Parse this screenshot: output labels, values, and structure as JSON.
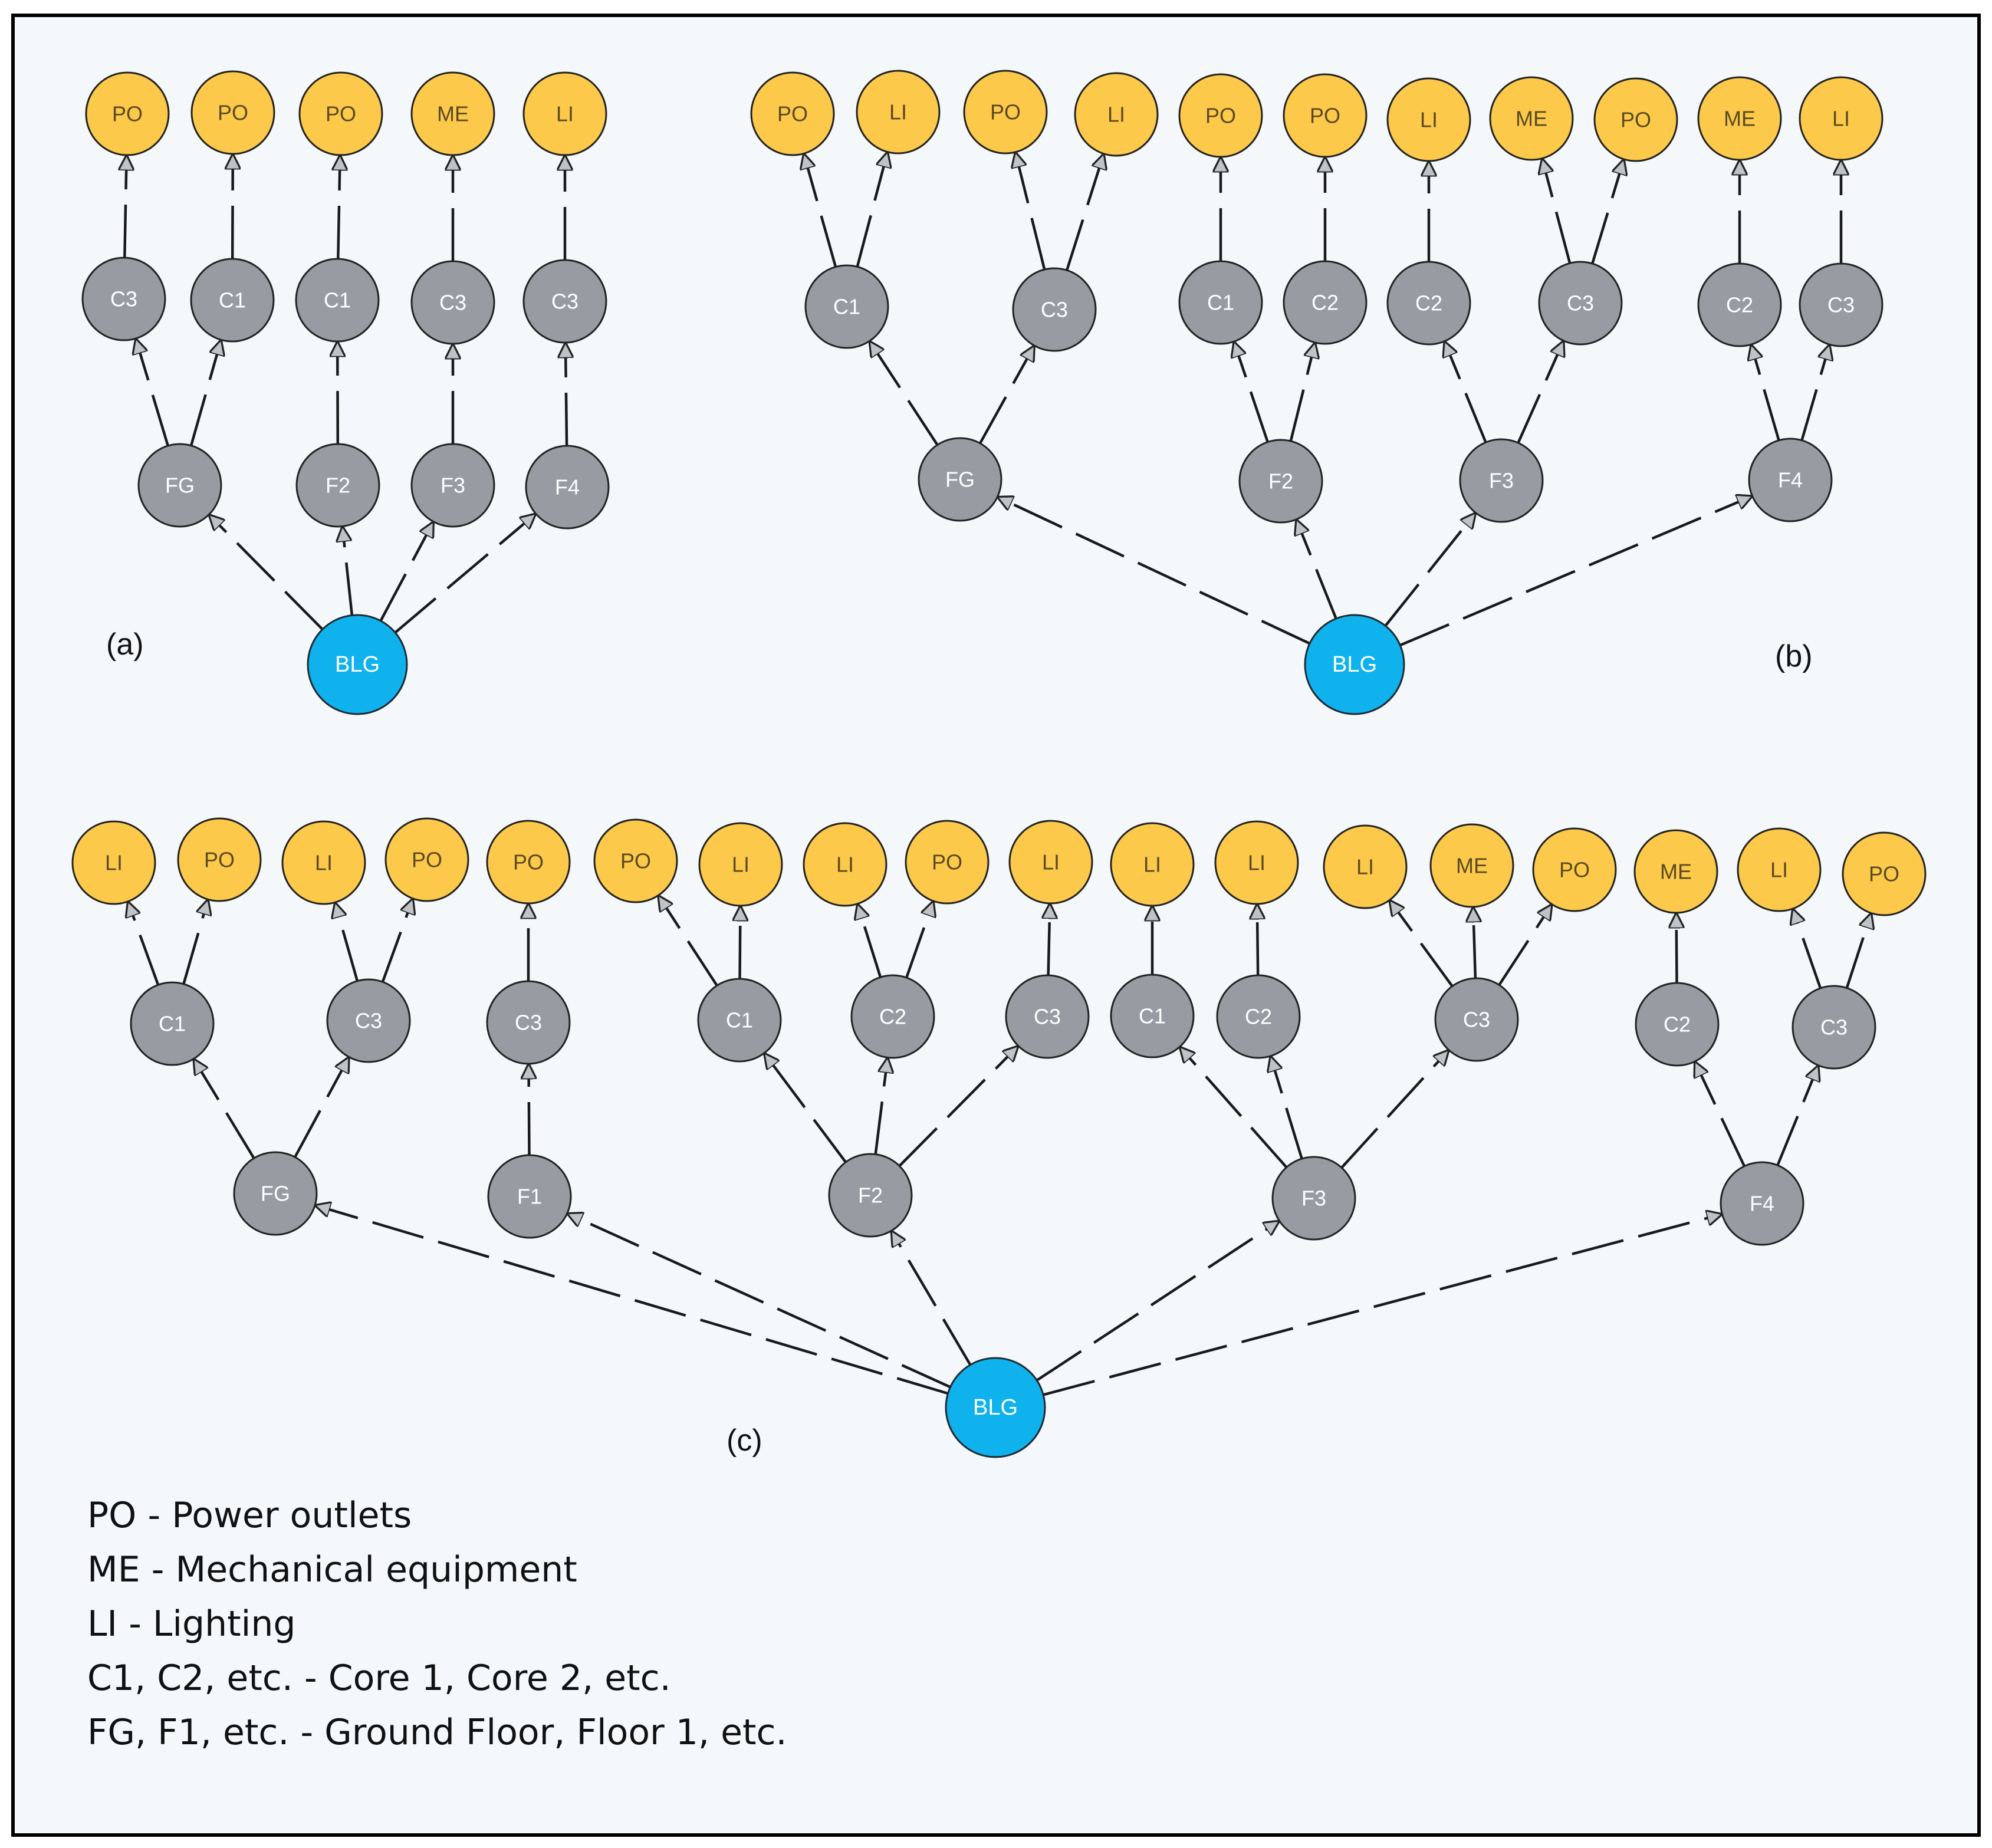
{
  "legend": [
    "PO - Power outlets",
    "ME - Mechanical equipment",
    "LI - Lighting",
    "C1, C2, etc. - Core 1, Core 2, etc.",
    "FG, F1, etc. - Ground Floor, Floor 1, etc."
  ],
  "colors": {
    "leaf": "#fcc94a",
    "core": "#999ba3",
    "root": "#0fb2ec"
  },
  "panels": [
    {
      "label": "(a)",
      "root": "BLG",
      "floors": [
        {
          "label": "FG",
          "cores": [
            {
              "label": "C3",
              "loads": [
                "PO"
              ]
            },
            {
              "label": "C1",
              "loads": [
                "PO"
              ]
            }
          ]
        },
        {
          "label": "F2",
          "cores": [
            {
              "label": "C1",
              "loads": [
                "PO"
              ]
            }
          ]
        },
        {
          "label": "F3",
          "cores": [
            {
              "label": "C3",
              "loads": [
                "ME"
              ]
            }
          ]
        },
        {
          "label": "F4",
          "cores": [
            {
              "label": "C3",
              "loads": [
                "LI"
              ]
            }
          ]
        }
      ]
    },
    {
      "label": "(b)",
      "root": "BLG",
      "floors": [
        {
          "label": "FG",
          "cores": [
            {
              "label": "C1",
              "loads": [
                "PO",
                "LI"
              ]
            },
            {
              "label": "C3",
              "loads": [
                "PO",
                "LI"
              ]
            }
          ]
        },
        {
          "label": "F2",
          "cores": [
            {
              "label": "C1",
              "loads": [
                "PO"
              ]
            },
            {
              "label": "C2",
              "loads": [
                "PO"
              ]
            }
          ]
        },
        {
          "label": "F3",
          "cores": [
            {
              "label": "C2",
              "loads": [
                "LI"
              ]
            },
            {
              "label": "C3",
              "loads": [
                "ME",
                "PO"
              ]
            }
          ]
        },
        {
          "label": "F4",
          "cores": [
            {
              "label": "C2",
              "loads": [
                "ME"
              ]
            },
            {
              "label": "C3",
              "loads": [
                "LI"
              ]
            }
          ]
        }
      ]
    },
    {
      "label": "(c)",
      "root": "BLG",
      "floors": [
        {
          "label": "FG",
          "cores": [
            {
              "label": "C1",
              "loads": [
                "LI",
                "PO"
              ]
            },
            {
              "label": "C3",
              "loads": [
                "LI",
                "PO"
              ]
            }
          ]
        },
        {
          "label": "F1",
          "cores": [
            {
              "label": "C3",
              "loads": [
                "PO"
              ]
            }
          ]
        },
        {
          "label": "F2",
          "cores": [
            {
              "label": "C1",
              "loads": [
                "PO",
                "LI"
              ]
            },
            {
              "label": "C2",
              "loads": [
                "LI",
                "PO"
              ]
            },
            {
              "label": "C3",
              "loads": [
                "LI"
              ]
            }
          ]
        },
        {
          "label": "F3",
          "cores": [
            {
              "label": "C1",
              "loads": [
                "LI"
              ]
            },
            {
              "label": "C2",
              "loads": [
                "LI"
              ]
            },
            {
              "label": "C3",
              "loads": [
                "LI",
                "ME",
                "PO"
              ]
            }
          ]
        },
        {
          "label": "F4",
          "cores": [
            {
              "label": "C2",
              "loads": [
                "ME"
              ]
            },
            {
              "label": "C3",
              "loads": [
                "LI",
                "PO"
              ]
            }
          ]
        }
      ]
    }
  ]
}
